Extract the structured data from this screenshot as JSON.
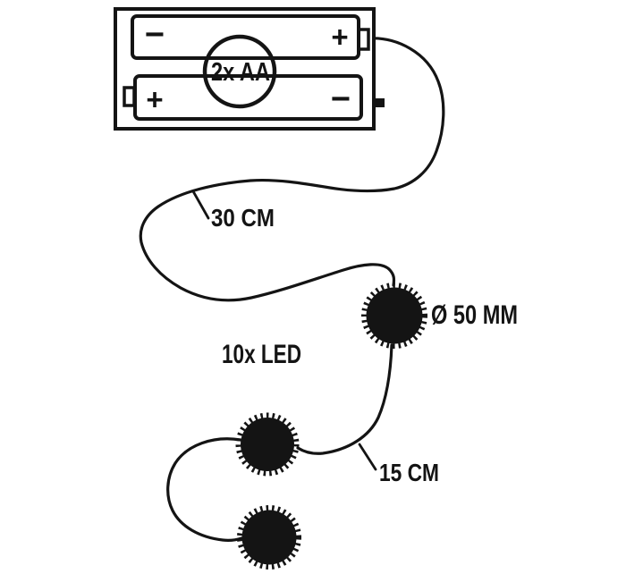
{
  "diagram": {
    "battery_pack": {
      "label": "2x AA",
      "cell_top": {
        "left_terminal": "−",
        "right_terminal": "+"
      },
      "cell_bottom": {
        "left_terminal": "+",
        "right_terminal": "−"
      }
    },
    "annotations": {
      "lead_wire_length": "30 CM",
      "led_count": "10x LED",
      "led_diameter": "Ø 50 MM",
      "led_spacing": "15 CM"
    }
  },
  "colors": {
    "ink": "#141414",
    "background": "#ffffff"
  }
}
